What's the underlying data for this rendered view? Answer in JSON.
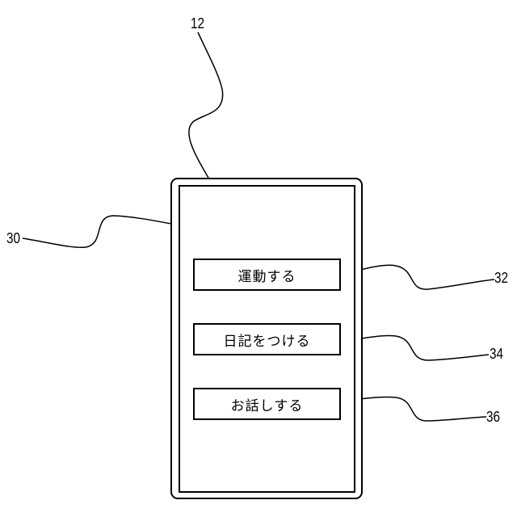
{
  "reference_numerals": {
    "device": "12",
    "screen": "30",
    "exercise": "32",
    "diary": "34",
    "talk": "36"
  },
  "menu": {
    "exercise_label": "運動する",
    "diary_label": "日記をつける",
    "talk_label": "お話しする"
  }
}
